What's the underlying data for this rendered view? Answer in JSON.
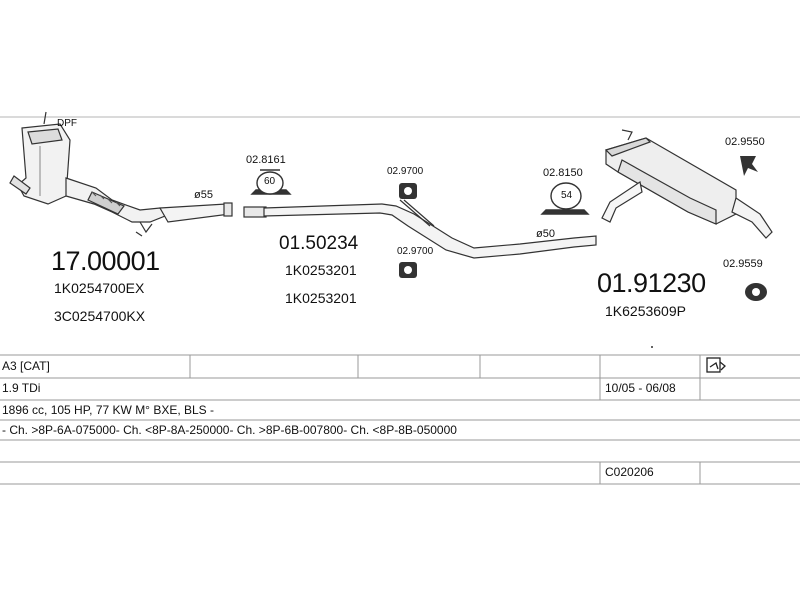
{
  "parts": {
    "dpf": {
      "number": "17.00001",
      "ref1": "1K0254700EX",
      "ref2": "3C0254700KX",
      "tag": "DPF"
    },
    "front_pipe_size": "ø55",
    "middle": {
      "number": "01.50234",
      "ref1": "1K0253201",
      "ref2": "1K0253201"
    },
    "rear_pipe_size": "ø50",
    "rear": {
      "number": "01.91230",
      "ref1": "1K6253609P"
    },
    "mount_a": {
      "number": "02.8161",
      "inner": "60"
    },
    "mount_b": {
      "number": "02.8150",
      "inner": "54"
    },
    "hanger_1": {
      "number": "02.9700"
    },
    "hanger_2": {
      "number": "02.9700"
    },
    "hanger_3": {
      "number": "02.9550"
    },
    "hanger_4": {
      "number": "02.9559"
    }
  },
  "table": {
    "model": "A3  [CAT]",
    "engine": "1.9 TDi",
    "dates": "10/05 - 06/08",
    "specs": "1896 cc, 105 HP, 77 KW M° BXE, BLS -",
    "chassis": "- Ch. >8P-6A-075000- Ch. <8P-8A-250000- Ch. >8P-6B-007800- Ch. <8P-8B-050000",
    "code": "C020206"
  }
}
